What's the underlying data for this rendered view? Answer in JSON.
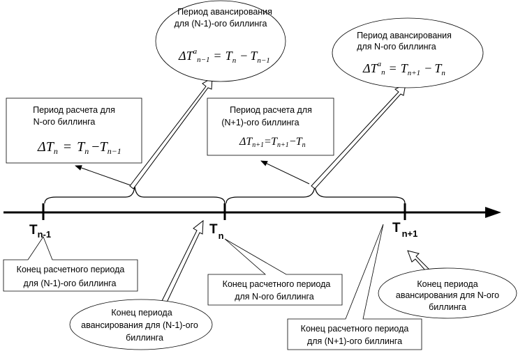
{
  "timeline": {
    "ticks": [
      {
        "main": "T",
        "sub": "n-1"
      },
      {
        "main": "T",
        "sub": "n"
      },
      {
        "main": "T",
        "sub": "n+1"
      }
    ]
  },
  "periods": {
    "calc_n": {
      "title_line1": "Период расчета для",
      "title_line2": "N-ого биллинга",
      "formula": {
        "lhs_delta": "ΔT",
        "lhs_sub": "n",
        "eq": "=",
        "t1": "T",
        "t1_sub": "n",
        "minus": "−",
        "t2": "T",
        "t2_sub": "n−1"
      }
    },
    "calc_n1": {
      "title_line1": "Период расчета для",
      "title_line2": "(N+1)-ого биллинга",
      "formula": {
        "lhs_delta": "ΔT",
        "lhs_sub": "n+1",
        "eq": "=",
        "t1": "T",
        "t1_sub": "n+1",
        "minus": "−",
        "t2": "T",
        "t2_sub": "n"
      }
    },
    "adv_n_minus1": {
      "title_line1": "Период авансирования",
      "title_line2": "для (N-1)-ого биллинга",
      "formula": {
        "lhs_delta": "ΔT",
        "lhs_sup": "a",
        "lhs_sub": "n−1",
        "eq": "=",
        "t1": "T",
        "t1_sub": "n",
        "minus": "−",
        "t2": "T",
        "t2_sub": "n−1"
      }
    },
    "adv_n": {
      "title_line1": "Период авансирования",
      "title_line2": "для N-ого биллинга",
      "formula": {
        "lhs_delta": "ΔT",
        "lhs_sup": "a",
        "lhs_sub": "n",
        "eq": "=",
        "t1": "T",
        "t1_sub": "n+1",
        "minus": "−",
        "t2": "T",
        "t2_sub": "n"
      }
    }
  },
  "callouts": {
    "end_calc_n_minus1": {
      "line1": "Конец расчетного периода",
      "line2": "для (N-1)-ого биллинга"
    },
    "end_calc_n": {
      "line1": "Конец расчетного периода",
      "line2": "для N-ого биллинга"
    },
    "end_calc_n_plus1": {
      "line1": "Конец расчетного периода",
      "line2": "для (N+1)-ого биллинга"
    },
    "end_adv_n_minus1": {
      "line1": "Конец периода",
      "line2": "авансирования для (N-1)-ого",
      "line3": "биллинга"
    },
    "end_adv_n": {
      "line1": "Конец  периода",
      "line2": "авансирования для N-ого",
      "line3": "биллинга"
    }
  }
}
